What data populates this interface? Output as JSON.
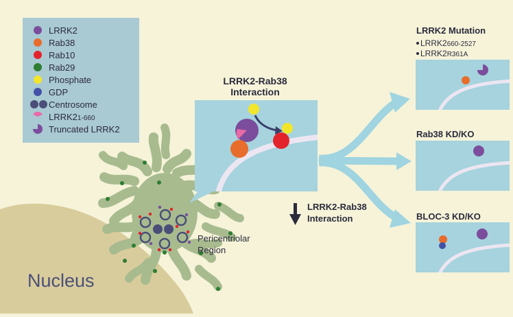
{
  "legend": {
    "items": [
      {
        "label": "LRRK2",
        "icon": "purple-circle"
      },
      {
        "label": "Rab38",
        "icon": "orange-circle"
      },
      {
        "label": "Rab10",
        "icon": "red-circle"
      },
      {
        "label": "Rab29",
        "icon": "green-circle"
      },
      {
        "label": "Phosphate",
        "icon": "yellow-circle"
      },
      {
        "label": "GDP",
        "icon": "blue-circle"
      },
      {
        "label": "Centrosome",
        "icon": "double-dark-circle"
      },
      {
        "label": "LRRK2",
        "sub": "1-660",
        "icon": "pink-wedge"
      },
      {
        "label": "Truncated LRRK2",
        "icon": "truncated-pacman"
      }
    ]
  },
  "center": {
    "title_line1": "LRRK2-Rab38",
    "title_line2": "Interaction",
    "decrease_line1": "LRRK2-Rab38",
    "decrease_line2": "Interaction"
  },
  "labels": {
    "nucleus": "Nucleus",
    "pericentriolar_line1": "Pericentriolar",
    "pericentriolar_line2": "Region"
  },
  "panels": {
    "mutation": {
      "title": "LRRK2 Mutation",
      "items": [
        {
          "base": "LRRK2",
          "sub": "660-2527"
        },
        {
          "base": "LRRK2",
          "sub": "R361A"
        }
      ]
    },
    "rab38kd": {
      "title": "Rab38 KD/KO"
    },
    "bloc3": {
      "title": "BLOC-3 KD/KO"
    }
  },
  "colors": {
    "background": "#f6f3d9",
    "nucleus": "#d9cc9c",
    "golgi": "#a8bb8f",
    "panel": "#a6d3dd",
    "legend_bg": "#a9c9d3",
    "membrane": "#ece6f2",
    "lrrk2": "#7b4d9c",
    "rab38": "#e86c2b",
    "rab10": "#e3232c",
    "rab29": "#2e7d32",
    "phosphate": "#f2e62b",
    "gdp": "#4352a6",
    "centrosome": "#4a4e78",
    "lrrk2_fragment": "#e96aa7",
    "arrow": "#9fd4e0",
    "text": "#2b2b3c"
  }
}
